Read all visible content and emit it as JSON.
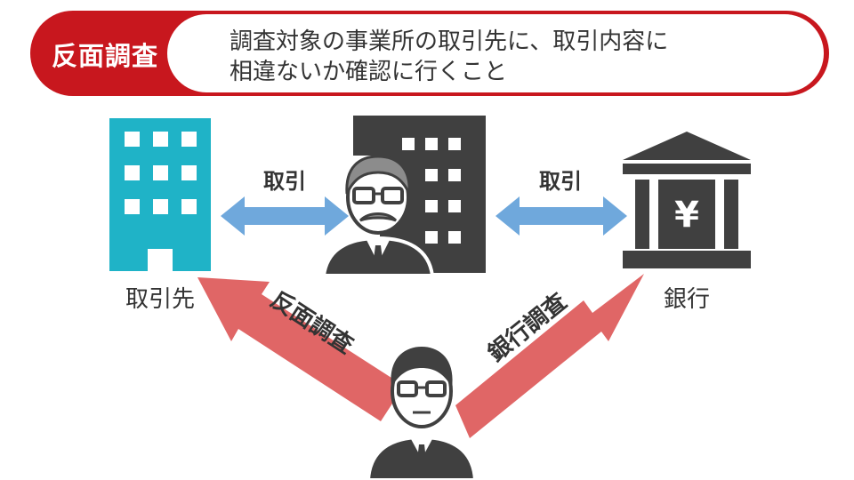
{
  "header": {
    "tag": "反面調査",
    "description_line1": "調査対象の事業所の取引先に、取引内容に",
    "description_line2": "相違ないか確認に行くこと"
  },
  "nodes": {
    "client": {
      "label": "取引先",
      "icon": "office-building-icon"
    },
    "business": {
      "icon": "businessman-with-building-icon"
    },
    "bank": {
      "label": "銀行",
      "icon": "bank-yen-icon"
    },
    "investigator": {
      "icon": "investigator-person-icon"
    }
  },
  "edges": {
    "client_business": {
      "label": "取引"
    },
    "business_bank": {
      "label": "取引"
    },
    "investigator_client": {
      "label": "反面調査"
    },
    "investigator_bank": {
      "label": "銀行調査"
    }
  },
  "colors": {
    "brand_red": "#c8171e",
    "building_teal": "#1fb3c7",
    "icon_gray": "#404040",
    "exchange_arrow": "#6fa8dc",
    "investigation_arrow": "#e06666"
  }
}
